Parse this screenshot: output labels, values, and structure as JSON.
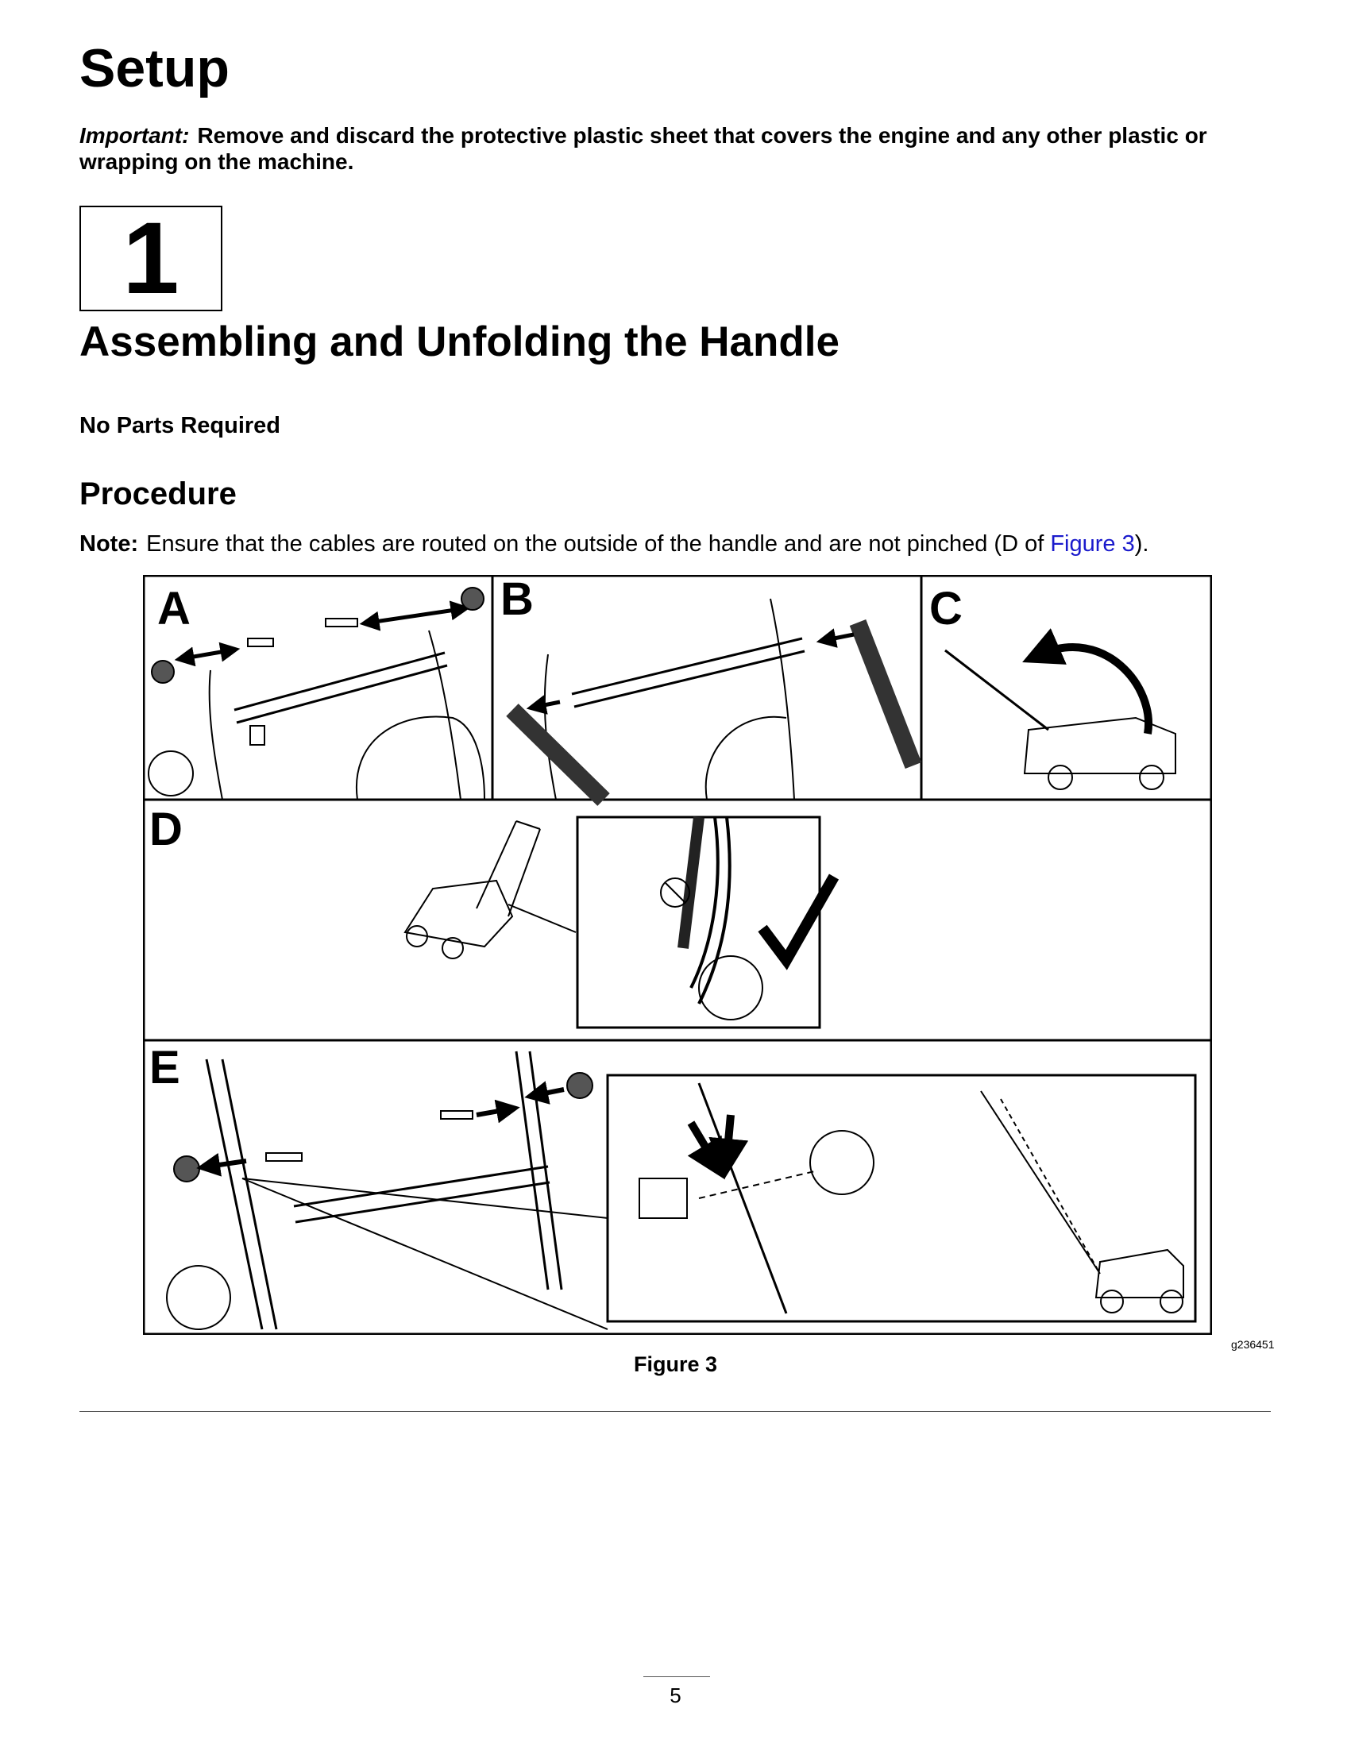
{
  "page": {
    "title": "Setup",
    "important_label": "Important:",
    "important_text": "Remove and discard the protective plastic sheet that covers the engine and any other plastic or wrapping on the machine.",
    "step_number": "1",
    "section_title": "Assembling and Unfolding the Handle",
    "parts_note": "No Parts Required",
    "procedure_heading": "Procedure",
    "note_label": "Note:",
    "note_text_before": "Ensure that the cables are routed on the outside of the handle and are not pinched (D of ",
    "note_link": "Figure 3",
    "note_text_after": ").",
    "figure_code": "g236451",
    "figure_caption": "Figure 3",
    "page_number": "5"
  },
  "figure": {
    "panels": {
      "a": "A",
      "b": "B",
      "c": "C",
      "d": "D",
      "e": "E"
    }
  },
  "colors": {
    "link": "#1a1acc"
  }
}
